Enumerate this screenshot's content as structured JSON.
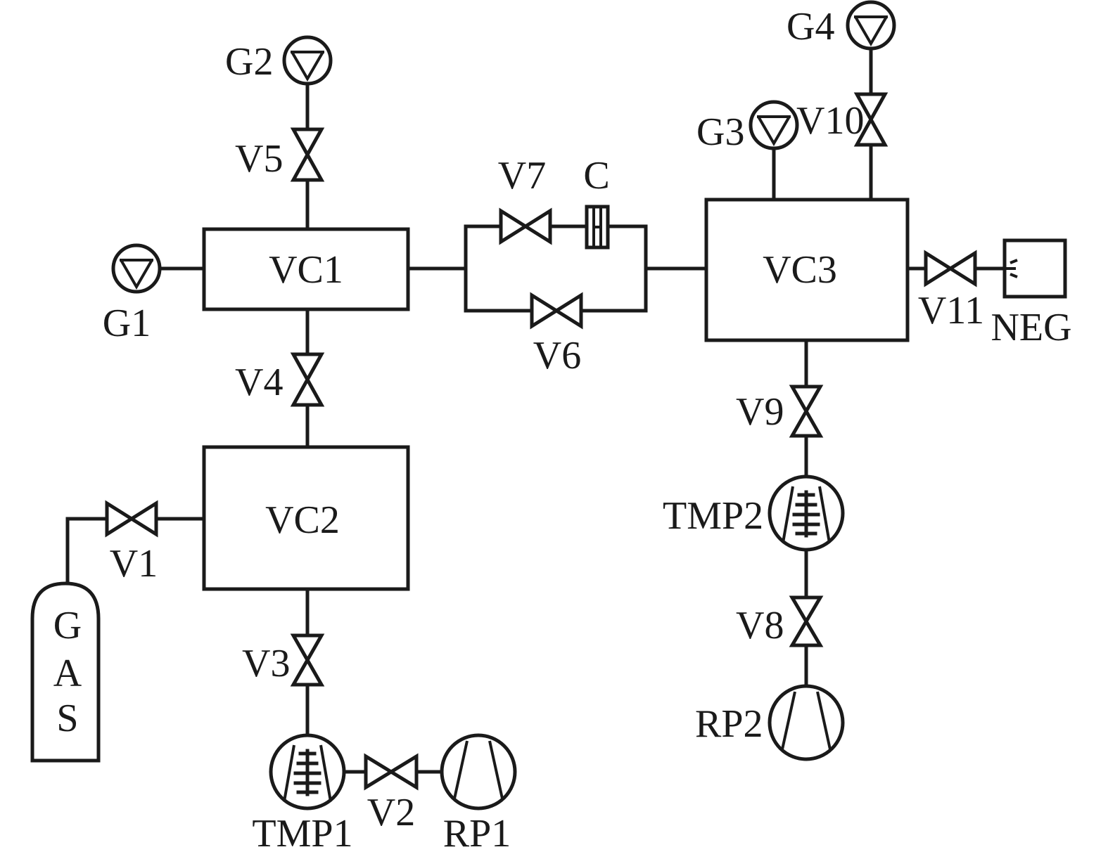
{
  "labels": {
    "vc1": "VC1",
    "vc2": "VC2",
    "vc3": "VC3",
    "g1": "G1",
    "g2": "G2",
    "g3": "G3",
    "g4": "G4",
    "v1": "V1",
    "v2": "V2",
    "v3": "V3",
    "v4": "V4",
    "v5": "V5",
    "v6": "V6",
    "v7": "V7",
    "v8": "V8",
    "v9": "V9",
    "v10": "V10",
    "v11": "V11",
    "c": "C",
    "neg": "NEG",
    "tmp1": "TMP1",
    "tmp2": "TMP2",
    "rp1": "RP1",
    "rp2": "RP2",
    "gas_g": "G",
    "gas_a": "A",
    "gas_s": "S"
  }
}
